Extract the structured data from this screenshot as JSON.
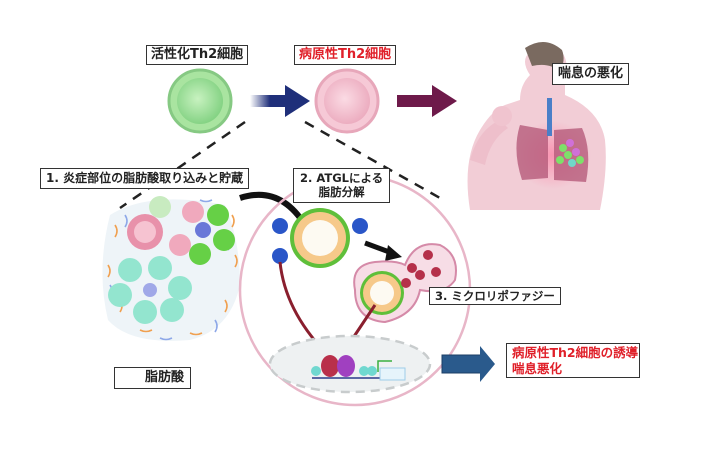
{
  "labels": {
    "activated_th2": "活性化Th2細胞",
    "pathogenic_th2": "病原性Th2細胞",
    "asthma_worsening": "喘息の悪化",
    "step1": "1. 炎症部位の脂肪酸取り込みと貯蔵",
    "step2_line1": "2. ATGLによる",
    "step2_line2": "脂肪分解",
    "step3": "3. ミクロリポファジー",
    "outcome_line1": "病原性Th2細胞の誘導",
    "outcome_line2": "喘息悪化",
    "legend_fatty_acid": "脂肪酸"
  },
  "colors": {
    "activated_cell": "#8fdc8f",
    "pathogenic_cell": "#f2b6c8",
    "arrow_blue": "#1f2f7a",
    "arrow_maroon": "#6e1a4a",
    "arrow_dark_red": "#8a1f2e",
    "outcome_arrow": "#2a5a8c",
    "text_red": "#e0202a",
    "lipid_droplet_rim": "#5fbf3a",
    "cell_membrane": "#e4b3c6"
  }
}
